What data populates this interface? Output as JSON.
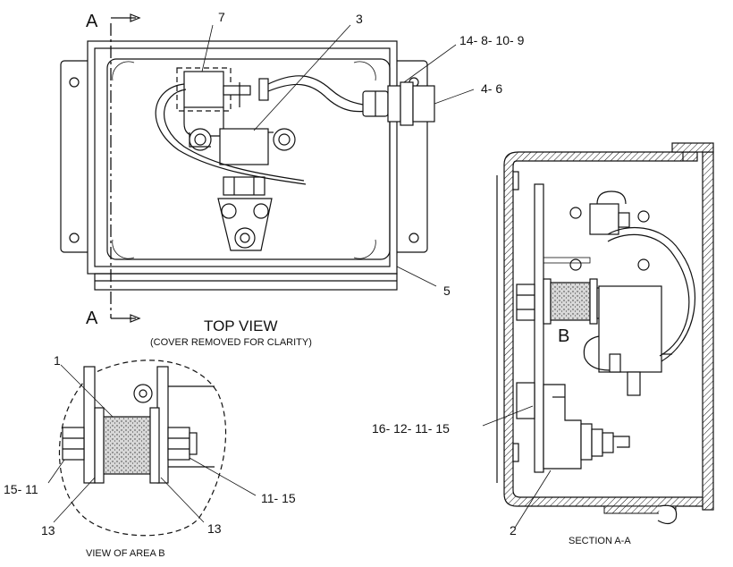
{
  "labels": {
    "section_a_top": "A",
    "section_a_bottom": "A",
    "top_view_title": "TOP VIEW",
    "top_view_subtitle": "(COVER REMOVED FOR CLARITY)",
    "view_area_b_caption": "VIEW OF AREA  B",
    "section_caption": "SECTION A-A",
    "area_b_marker": "B"
  },
  "callouts": {
    "c7": "7",
    "c3": "3",
    "c14_8_10_9": "14- 8- 10- 9",
    "c4_6": "4- 6",
    "c5": "5",
    "c1": "1",
    "c15_11": "15- 11",
    "c11_15": "11- 15",
    "c13_left": "13",
    "c13_right": "13",
    "c16_12_11_15": "16- 12- 11- 15",
    "c2": "2"
  }
}
